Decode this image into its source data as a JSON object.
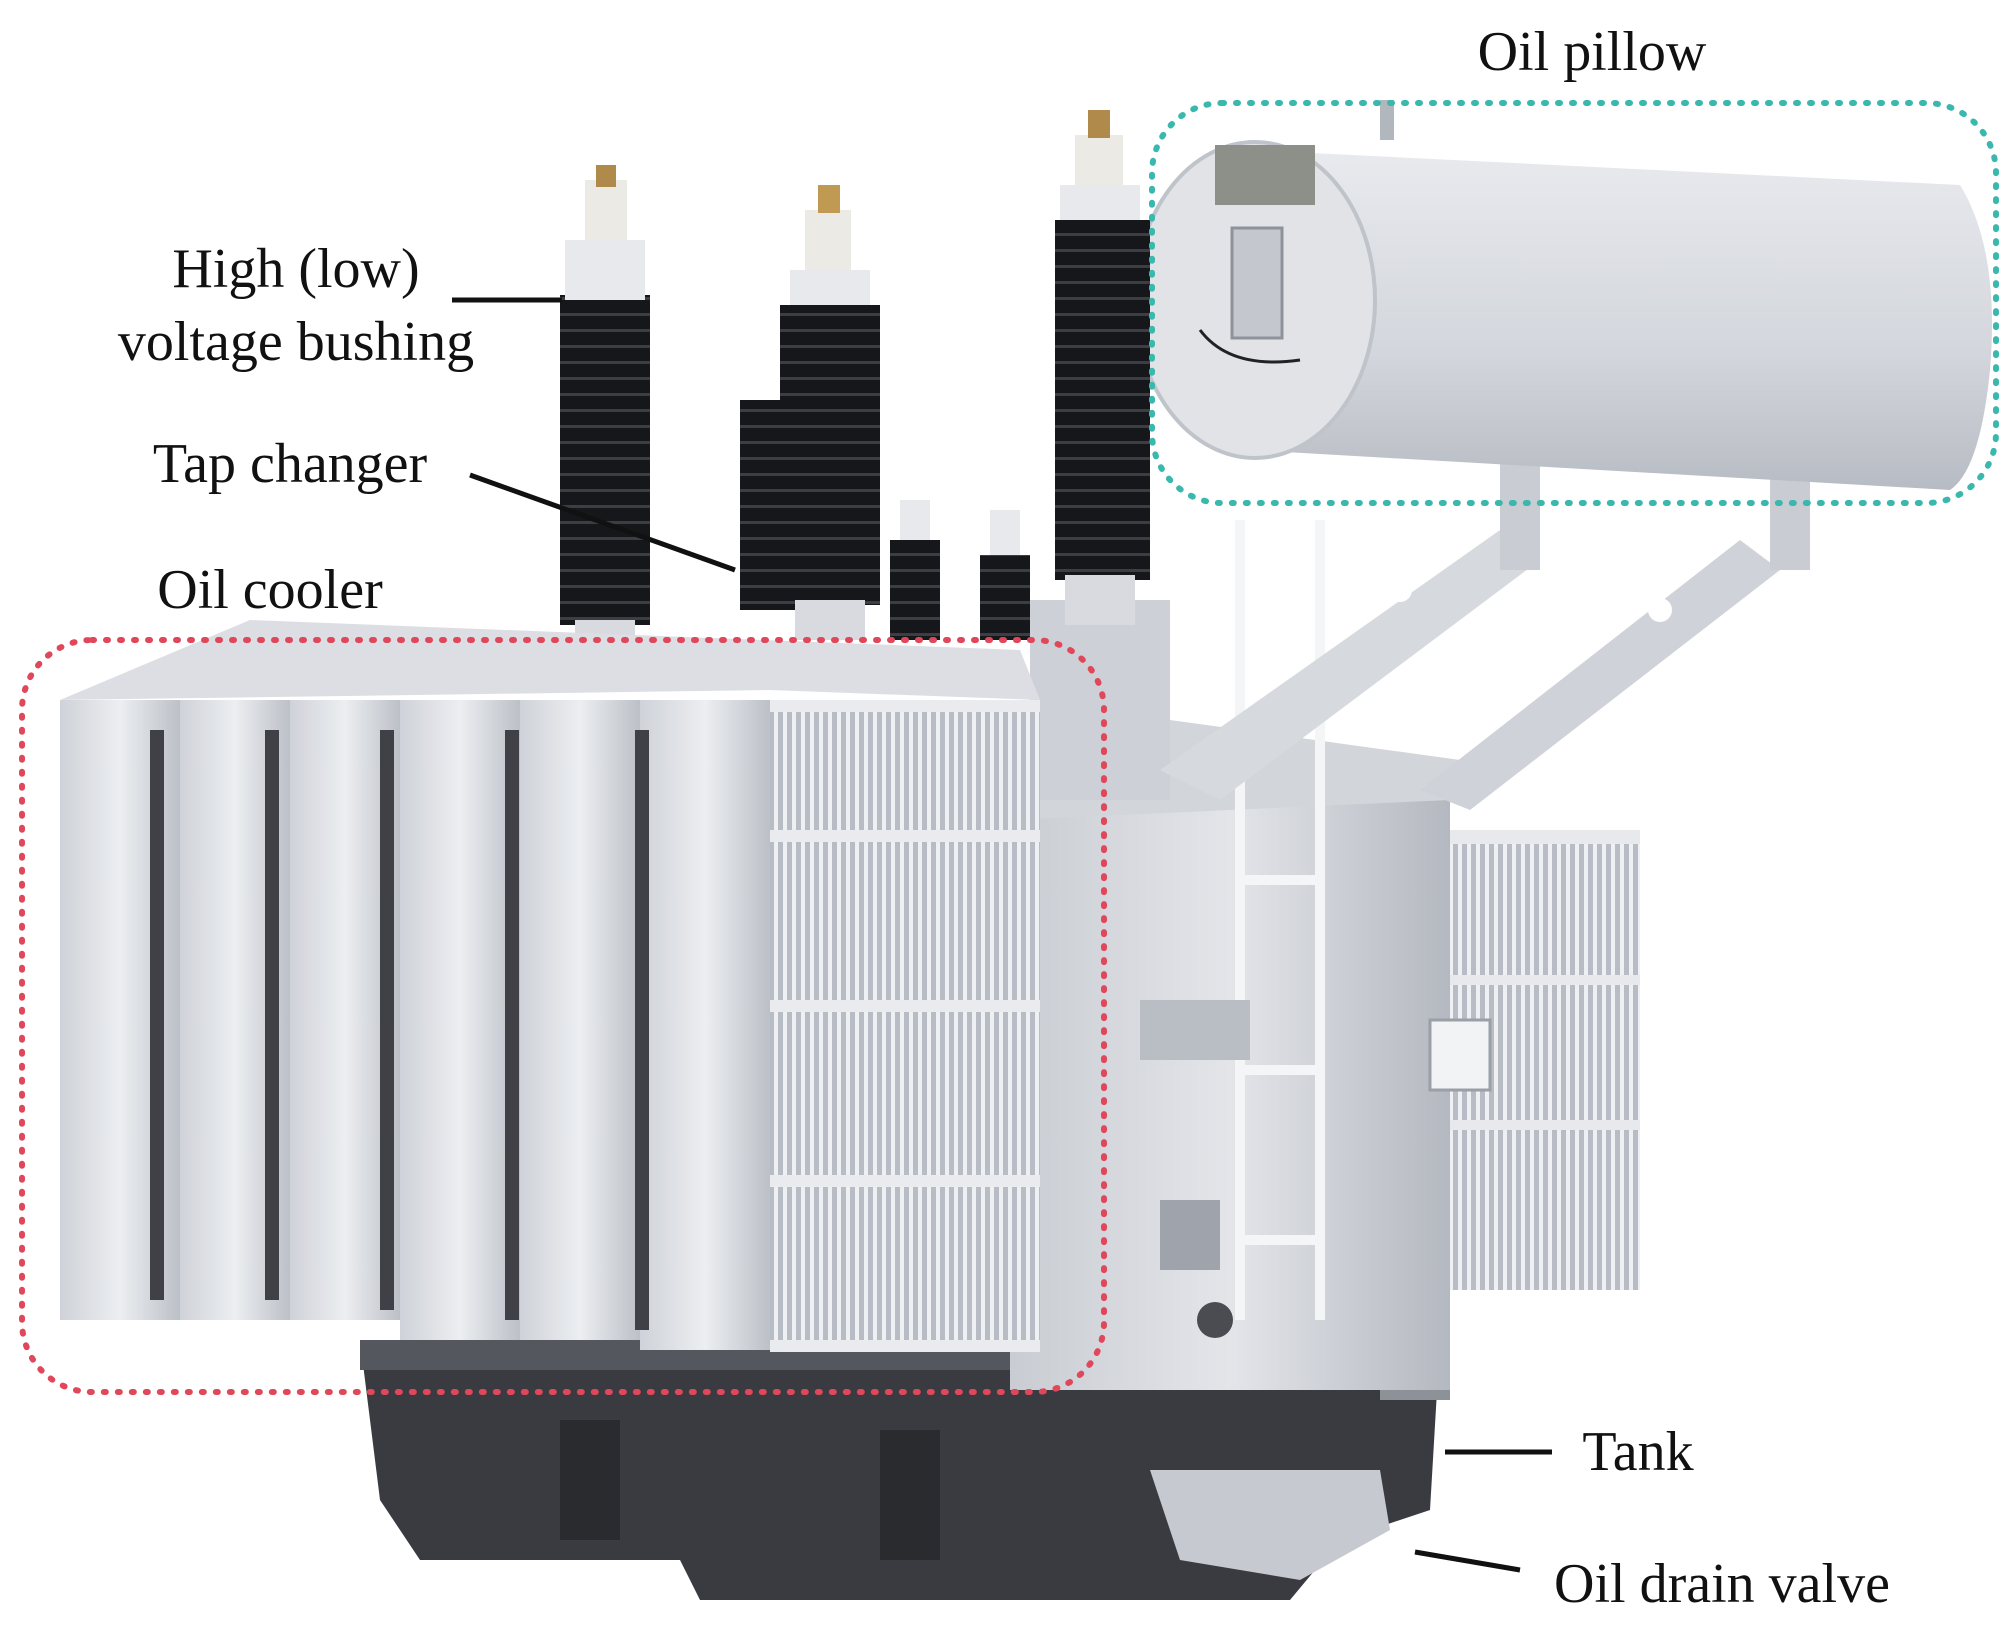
{
  "labels": {
    "bushing_line1": "High (low)",
    "bushing_line2": "voltage bushing",
    "tap_changer": "Tap changer",
    "oil_cooler": "Oil cooler",
    "oil_pillow": "Oil pillow",
    "tank": "Tank",
    "oil_drain_valve": "Oil drain valve"
  },
  "colors": {
    "oil_cooler_outline": "#e0475a",
    "oil_pillow_outline": "#3bb8ad",
    "leader_line": "#111111",
    "body_light": "#d9dce2",
    "body_shadow": "#a9adb6",
    "base_dark": "#3a3b40",
    "insulator_black": "#151618"
  }
}
